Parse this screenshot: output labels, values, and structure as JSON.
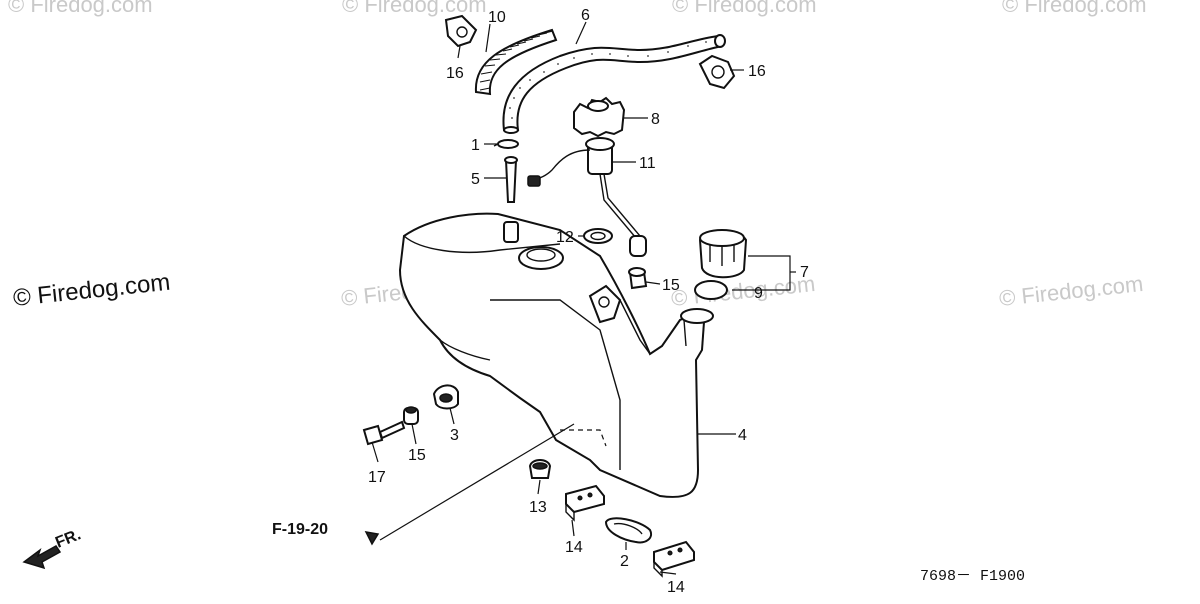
{
  "watermark": {
    "text": "© Firedog.com"
  },
  "callouts": [
    {
      "id": "c10",
      "label": "10"
    },
    {
      "id": "c6",
      "label": "6"
    },
    {
      "id": "c16a",
      "label": "16"
    },
    {
      "id": "c16b",
      "label": "16"
    },
    {
      "id": "c8",
      "label": "8"
    },
    {
      "id": "c1",
      "label": "1"
    },
    {
      "id": "c5",
      "label": "5"
    },
    {
      "id": "c11",
      "label": "11"
    },
    {
      "id": "c12",
      "label": "12"
    },
    {
      "id": "c15a",
      "label": "15"
    },
    {
      "id": "c7",
      "label": "7"
    },
    {
      "id": "c9",
      "label": "9"
    },
    {
      "id": "c4",
      "label": "4"
    },
    {
      "id": "c3",
      "label": "3"
    },
    {
      "id": "c15b",
      "label": "15"
    },
    {
      "id": "c17",
      "label": "17"
    },
    {
      "id": "c13",
      "label": "13"
    },
    {
      "id": "c14a",
      "label": "14"
    },
    {
      "id": "c2",
      "label": "2"
    },
    {
      "id": "c14b",
      "label": "14"
    }
  ],
  "reference": {
    "label": "F-19-20"
  },
  "direction": {
    "label": "FR."
  },
  "diagram_code": {
    "label": "7698－ F1900"
  }
}
